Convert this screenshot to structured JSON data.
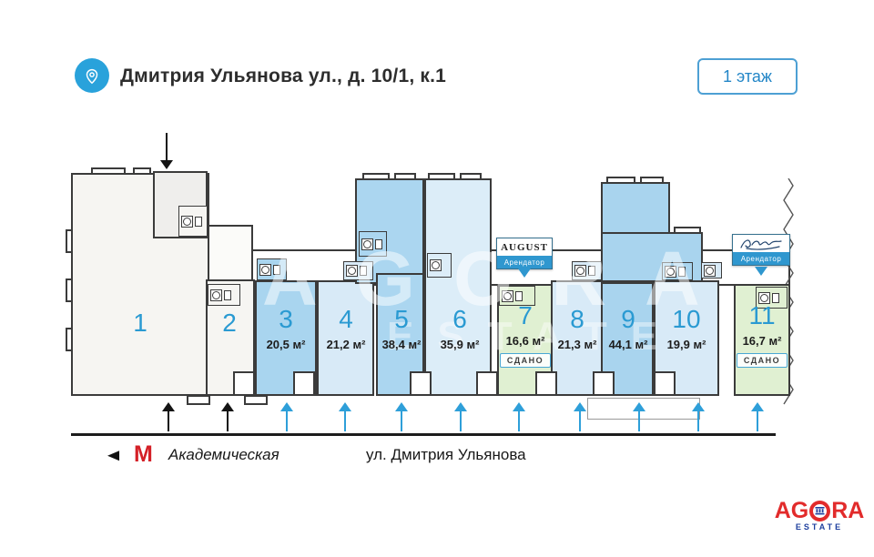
{
  "header": {
    "location_title": "Дмитрия Ульянова ул., д. 10/1, к.1",
    "floor_badge": "1 этаж"
  },
  "plan": {
    "units": [
      {
        "number": "1",
        "area": "",
        "fill": "#f6f5f2",
        "status": "",
        "tenant": ""
      },
      {
        "number": "2",
        "area": "",
        "fill": "#f6f5f2",
        "status": "",
        "tenant": ""
      },
      {
        "number": "3",
        "area": "20,5 м²",
        "fill": "#a9d5ef",
        "status": "",
        "tenant": ""
      },
      {
        "number": "4",
        "area": "21,2 м²",
        "fill": "#d8eaf7",
        "status": "",
        "tenant": ""
      },
      {
        "number": "5",
        "area": "38,4 м²",
        "fill": "#abd6f0",
        "status": "",
        "tenant": ""
      },
      {
        "number": "6",
        "area": "35,9 м²",
        "fill": "#dcedf8",
        "status": "",
        "tenant": ""
      },
      {
        "number": "7",
        "area": "16,6 м²",
        "fill": "#e0f0d2",
        "status": "СДАНО",
        "tenant": "AUGUST"
      },
      {
        "number": "8",
        "area": "21,3 м²",
        "fill": "#d8eaf7",
        "status": "",
        "tenant": ""
      },
      {
        "number": "9",
        "area": "44,1 м²",
        "fill": "#a9d4ee",
        "status": "",
        "tenant": ""
      },
      {
        "number": "10",
        "area": "19,9 м²",
        "fill": "#d8eaf7",
        "status": "",
        "tenant": ""
      },
      {
        "number": "11",
        "area": "16,7 м²",
        "fill": "#e0f0d2",
        "status": "СДАНО",
        "tenant": "signature-logo"
      }
    ],
    "tenant_labels": [
      {
        "unit": "7",
        "name": "AUGUST",
        "role": "Арендатор"
      },
      {
        "unit": "11",
        "name": "",
        "role": "Арендатор"
      }
    ]
  },
  "footer": {
    "metro_symbol": "М",
    "metro_station": "Академическая",
    "street_label": "ул. Дмитрия Ульянова"
  },
  "branding": {
    "watermark_line1": "AGORA",
    "watermark_line2": "ESTATE",
    "logo_left": "AG",
    "logo_right": "RA",
    "logo_sub": "ESTATE"
  },
  "colors": {
    "accent_blue": "#2e9fd9",
    "wall": "#3b3b3b",
    "arrow_black": "#141414",
    "tenant_bar_blue": "#2f97cf",
    "metro_red": "#d42027",
    "logo_red": "#e22b2b",
    "logo_blue": "#1e3f9e"
  }
}
